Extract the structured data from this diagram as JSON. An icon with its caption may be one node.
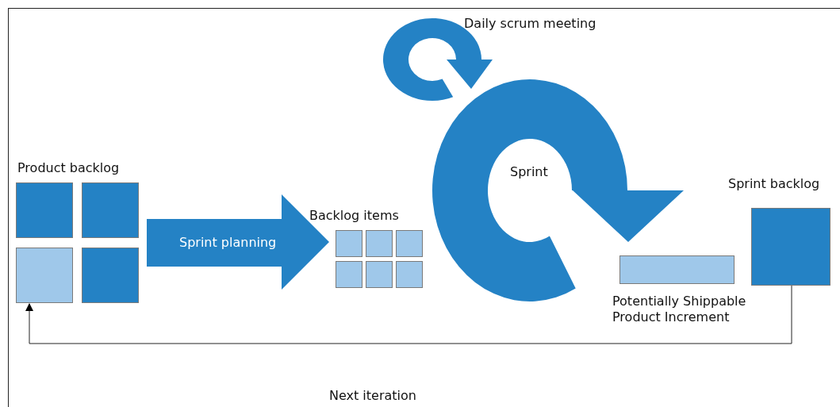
{
  "diagram": {
    "nodes": [
      {
        "text": [],
        "shape": "box"
      },
      {
        "text": [],
        "shape": "box"
      },
      {
        "text": [],
        "shape": "box"
      },
      {
        "text": [],
        "shape": "box"
      },
      {
        "text": [
          "Sprint planning"
        ]
      },
      {
        "text": [],
        "shape": "box"
      },
      {
        "text": [],
        "shape": "box"
      },
      {
        "text": [],
        "shape": "box"
      },
      {
        "text": [],
        "shape": "box"
      },
      {
        "text": [],
        "shape": "box"
      },
      {
        "text": [],
        "shape": "box"
      },
      {
        "text": [],
        "shape": "arrow"
      },
      {
        "text": [
          "Sprint"
        ]
      },
      {
        "text": [],
        "shape": "bar"
      },
      {
        "text": [],
        "shape": "box"
      }
    ],
    "edges": [
      {
        "from": 14,
        "to": 2,
        "arrow": "to"
      }
    ],
    "labels": [
      "Daily scrum meeting",
      "Product backlog",
      "Sprint backlog",
      "Backlog items",
      "Potentially Shippable Product Increment",
      "Next iteration"
    ]
  }
}
